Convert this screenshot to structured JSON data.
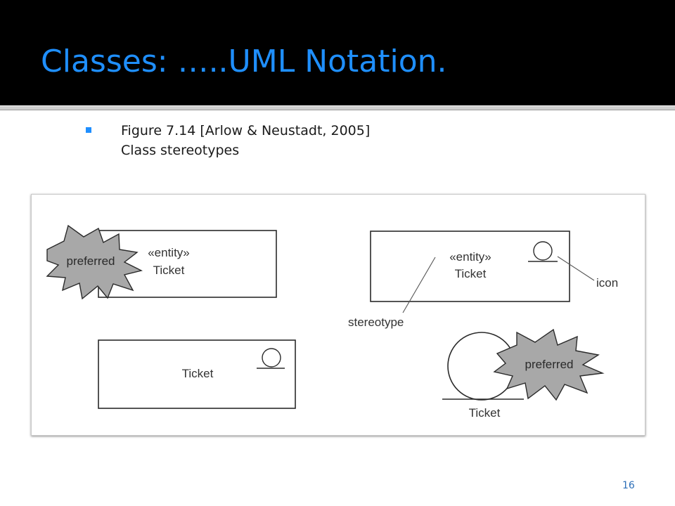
{
  "slide": {
    "title": "Classes: …..UML Notation.",
    "bullet_line_1": "Figure 7.14 [Arlow & Neustadt, 2005]",
    "bullet_line_2": "Class stereotypes",
    "page_number": "16"
  },
  "figure": {
    "class_1": {
      "stereotype": "«entity»",
      "name": "Ticket",
      "burst_label": "preferred"
    },
    "class_2": {
      "name": "Ticket"
    },
    "class_3": {
      "stereotype": "«entity»",
      "name": "Ticket"
    },
    "class_4": {
      "name": "Ticket",
      "burst_label": "preferred"
    },
    "callout_icon": "icon",
    "callout_stereotype": "stereotype"
  },
  "colors": {
    "title": "#1f8fff",
    "title_background": "#000000",
    "bullet": "#1f8fff",
    "page_number": "#2d6fb8",
    "burst_fill": "#a8a8a8"
  }
}
